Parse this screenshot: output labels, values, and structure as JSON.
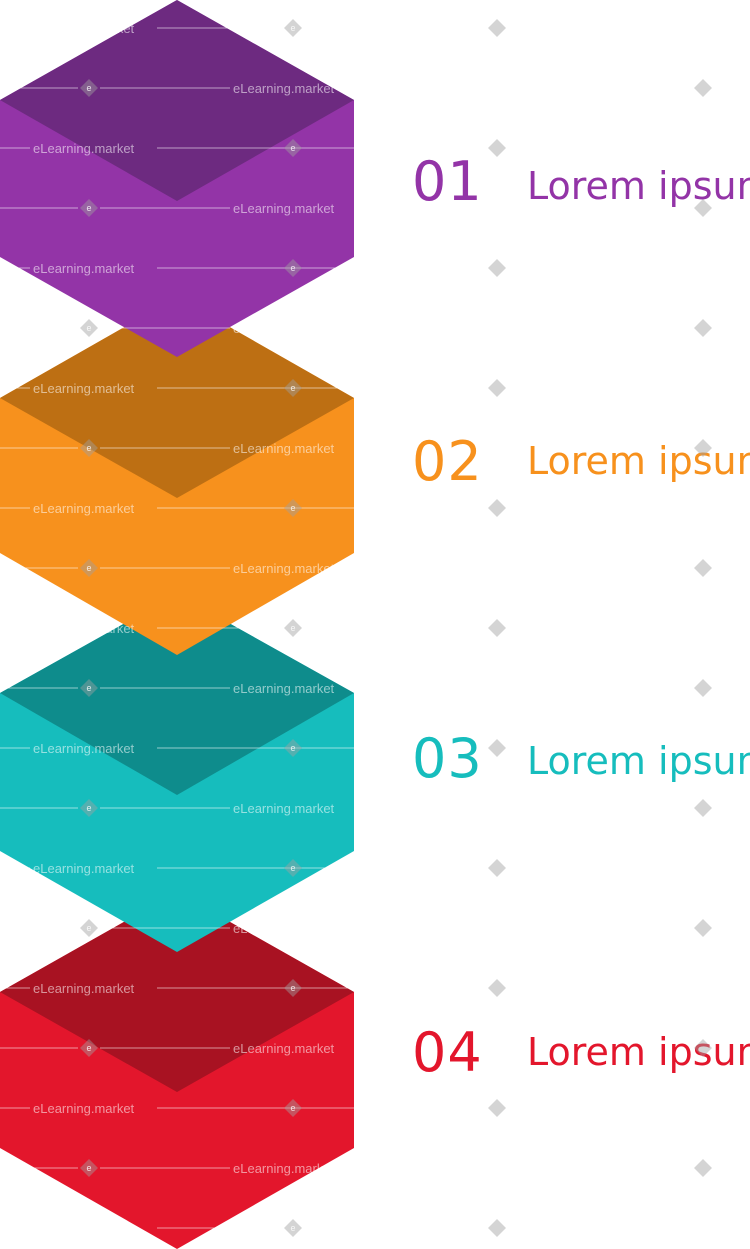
{
  "watermark_text": "eLearning.market",
  "steps": [
    {
      "number": "01",
      "title": "Lorem ipsum",
      "color": "#9334a7",
      "dark": "#6d2a80"
    },
    {
      "number": "02",
      "title": "Lorem ipsum",
      "color": "#f7911d",
      "dark": "#bd6f13"
    },
    {
      "number": "03",
      "title": "Lorem ipsum",
      "color": "#16bdbd",
      "dark": "#0e8c8c"
    },
    {
      "number": "04",
      "title": "Lorem ipsum",
      "color": "#e3162c",
      "dark": "#a81222"
    }
  ]
}
